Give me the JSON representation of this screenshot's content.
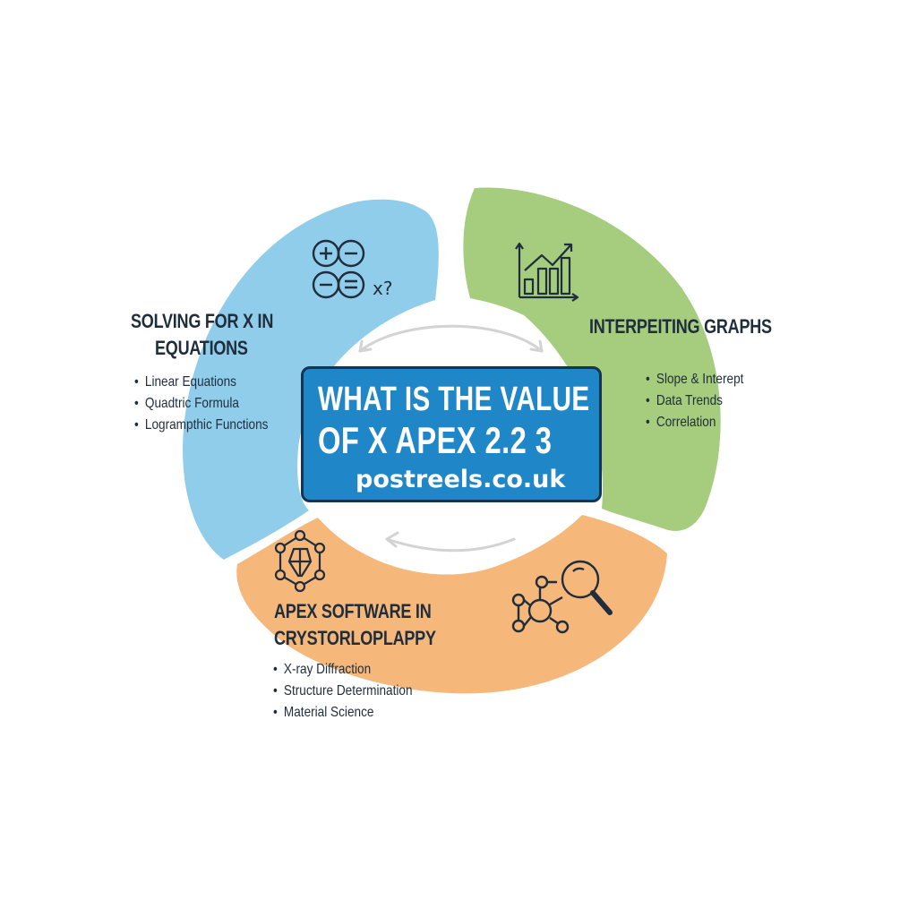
{
  "center": {
    "line1": "WHAT IS THE VALUE",
    "line2": "OF X APEX 2.2 3",
    "url": "postreels.co.uk"
  },
  "segments": {
    "equations": {
      "title_line1": "SOLVING FOR X IN",
      "title_line2": "EQUATIONS",
      "icon": "math-operators-icon",
      "icon_label": "x?",
      "color": "#8fcdea",
      "bullets": [
        "Linear Equations",
        "Quadtric Formula",
        "Logrampthic Functions"
      ]
    },
    "graphs": {
      "title": "INTERPEITING GRAPHS",
      "icon": "bar-chart-trend-icon",
      "color": "#a6cc7e",
      "bullets": [
        "Slope & Interept",
        "Data Trends",
        "Correlation"
      ]
    },
    "crystallography": {
      "title_line1": "APEX SOFTWARE IN",
      "title_line2": "CRYSTORLOPLAPPY",
      "icons": [
        "crystal-lattice-icon",
        "molecule-magnifier-icon"
      ],
      "color": "#f5b77a",
      "bullets": [
        "X-ray Diffraction",
        "Structure Determination",
        "Material Science"
      ]
    }
  },
  "colors": {
    "center_fill": "#1f86c8",
    "center_border": "#14344f",
    "text_dark": "#1f2d3d",
    "arrow": "#d3d3d3"
  }
}
